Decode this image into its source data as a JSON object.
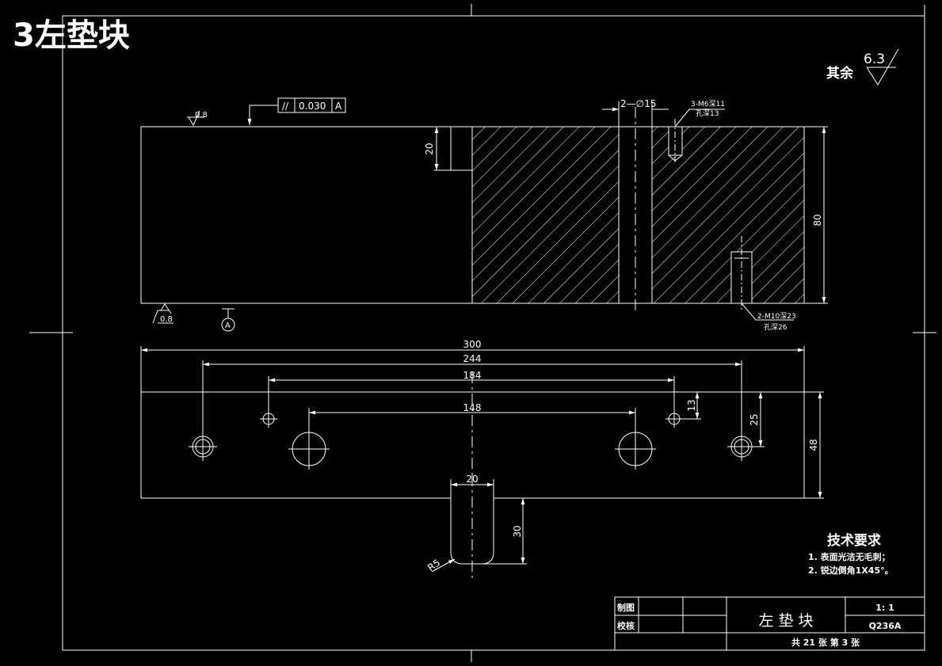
{
  "drawing_title": "3左垫块",
  "roughness_other": {
    "label": "其余",
    "value": "6.3"
  },
  "roughness_top": "0.8",
  "roughness_bottom": "0.8",
  "parallelism": {
    "symbol": "//",
    "value": "0.030",
    "datum": "A"
  },
  "datum_label": "A",
  "front_view": {
    "hole_callout": "2—∅15",
    "tap_m6_line1": "3-M6深11",
    "tap_m6_line2": "孔深13",
    "tap_m10_line1": "2-M10深23",
    "tap_m10_line2": "孔深26",
    "dim_height": "80",
    "dim_step": "20"
  },
  "top_view": {
    "dim_300": "300",
    "dim_244": "244",
    "dim_184": "184",
    "dim_148": "148",
    "dim_13": "13",
    "dim_25": "25",
    "dim_48": "48",
    "dim_slot_width": "20",
    "dim_slot_depth": "30",
    "dim_radius": "R5"
  },
  "tech_requirements": {
    "heading": "技术要求",
    "items": [
      "1. 表面光洁无毛刺；",
      "2. 锐边倒角1X45°。"
    ]
  },
  "title_block": {
    "drawn_label": "制图",
    "checked_label": "校核",
    "part_name": "左 垫 块",
    "scale": "1: 1",
    "material": "Q236A",
    "sheet_info": "共 21 张  第 3 张"
  }
}
